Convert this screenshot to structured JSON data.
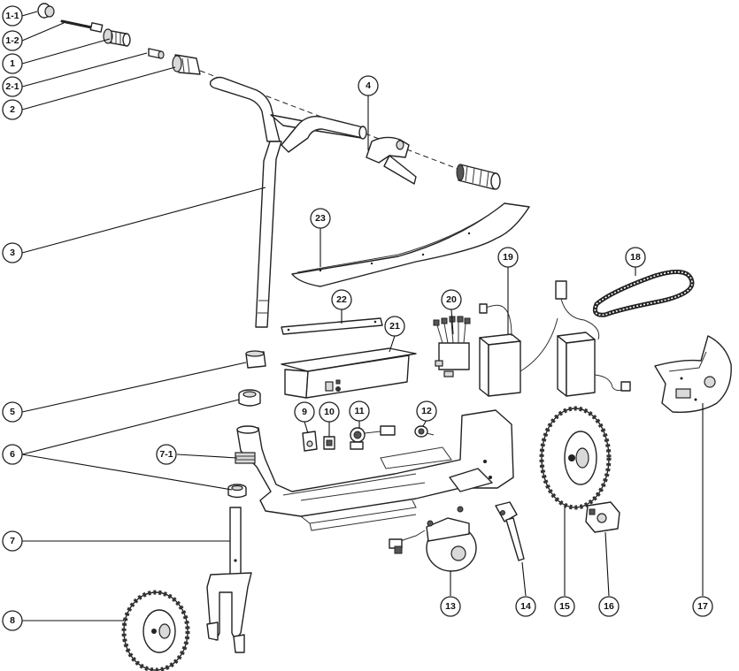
{
  "callouts": {
    "c1_1": "1-1",
    "c1_2": "1-2",
    "c1": "1",
    "c2_1": "2-1",
    "c2": "2",
    "c3": "3",
    "c4": "4",
    "c5": "5",
    "c6": "6",
    "c7_1": "7-1",
    "c7": "7",
    "c8": "8",
    "c9": "9",
    "c10": "10",
    "c11": "11",
    "c12": "12",
    "c13": "13",
    "c14": "14",
    "c15": "15",
    "c16": "16",
    "c17": "17",
    "c18": "18",
    "c19": "19",
    "c20": "20",
    "c21": "21",
    "c22": "22",
    "c23": "23"
  }
}
